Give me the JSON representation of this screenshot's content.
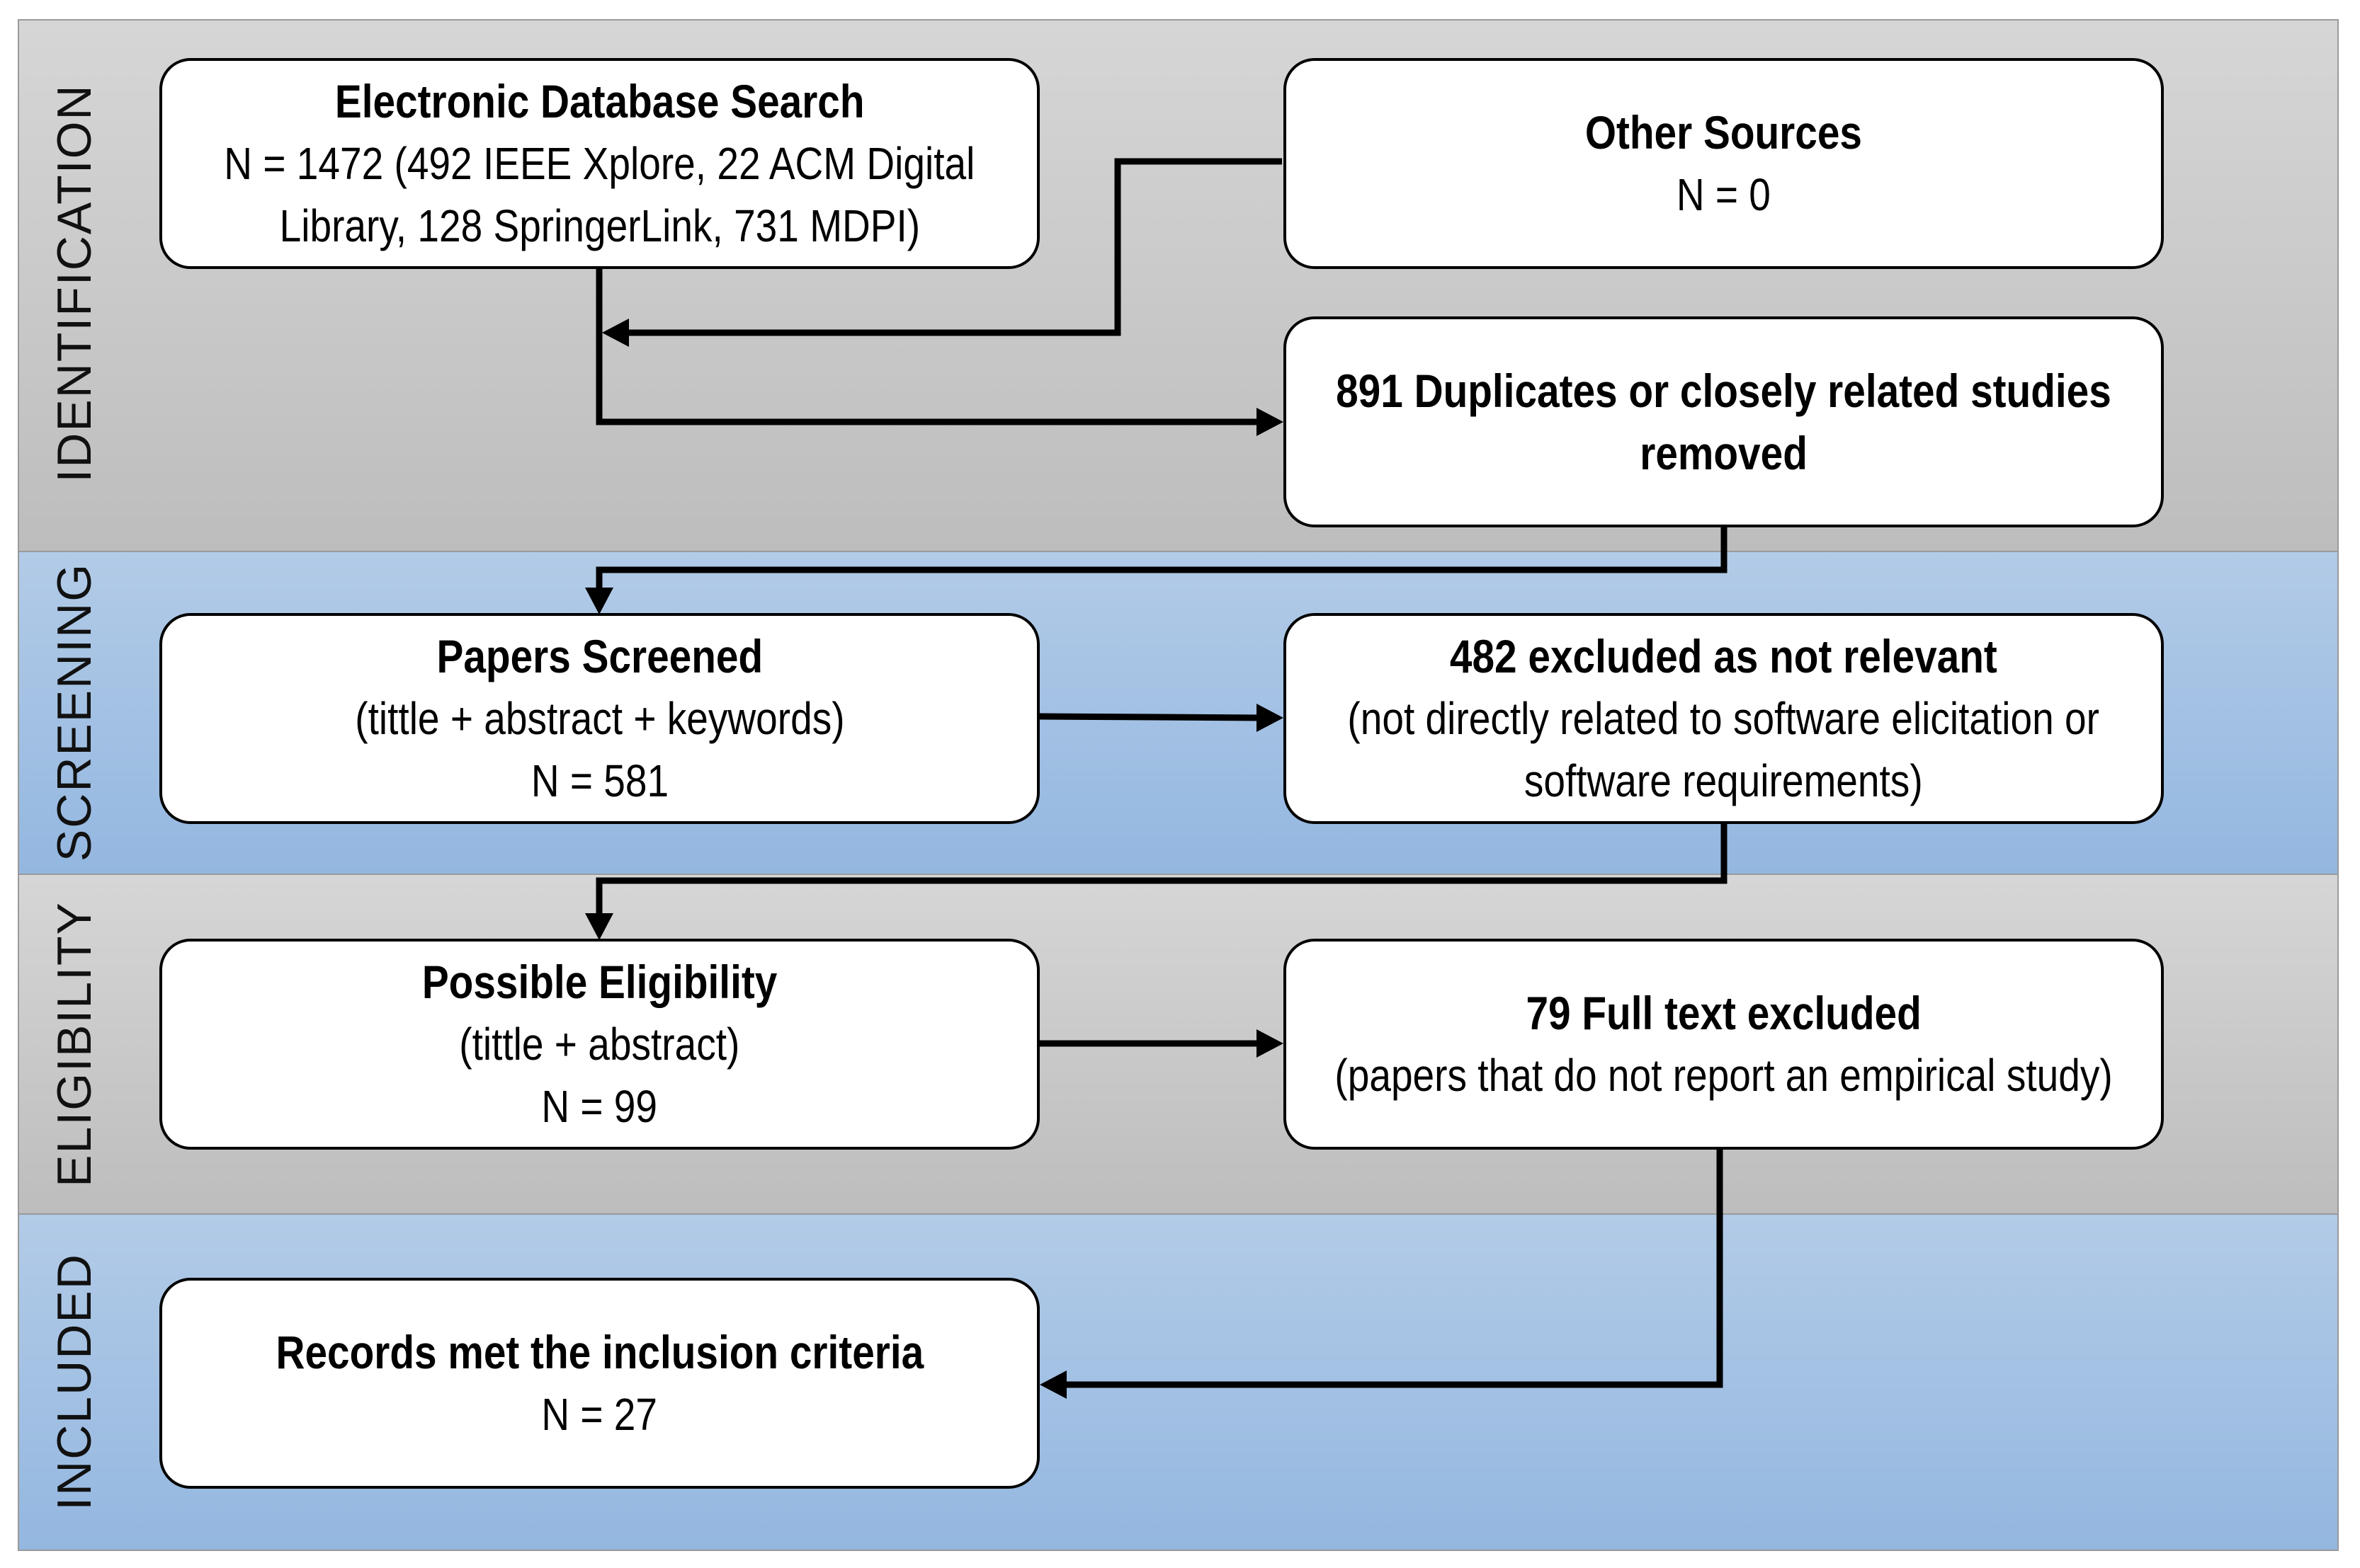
{
  "stages": {
    "identification": "IDENTIFICATION",
    "screening": "SCREENING",
    "eligibility": "ELIGIBILITY",
    "included": "INCLUDED"
  },
  "boxes": {
    "database_search": {
      "title": "Electronic Database Search",
      "line1": "N = 1472  (492 IEEE Xplore, 22 ACM Digital",
      "line2": "Library, 128 SpringerLink, 731 MDPI)"
    },
    "other_sources": {
      "title": "Other Sources",
      "line1": "N = 0"
    },
    "duplicates_removed": {
      "title_line1": "891 Duplicates or closely related studies",
      "title_line2": "removed"
    },
    "papers_screened": {
      "title": "Papers Screened",
      "line1": "(tittle + abstract + keywords)",
      "line2": "N = 581"
    },
    "excluded_not_relevant": {
      "title": "482 excluded as not relevant",
      "line1": "(not directly related to software elicitation or",
      "line2": "software requirements)"
    },
    "possible_eligibility": {
      "title": "Possible Eligibility",
      "line1": "(tittle + abstract)",
      "line2": "N = 99"
    },
    "full_text_excluded": {
      "title": "79 Full text excluded",
      "line1": "(papers that do not report an empirical study)"
    },
    "included_records": {
      "title": "Records met the inclusion criteria",
      "line1": "N = 27"
    }
  },
  "colors": {
    "gray_band": "#c9c9c9",
    "blue_band": "#a3c0e4",
    "box_fill": "#ffffff",
    "stroke": "#000000"
  }
}
